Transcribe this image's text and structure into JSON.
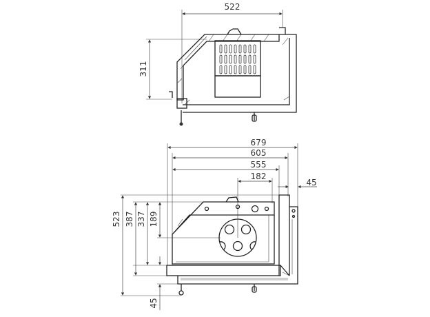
{
  "top_view": {
    "dimensions": {
      "width": "522",
      "height": "311"
    }
  },
  "front_view": {
    "dimensions": {
      "overall_width": "679",
      "width_605": "605",
      "width_555": "555",
      "offset_182": "182",
      "side_45": "45",
      "overall_height": "523",
      "height_387": "387",
      "height_337": "337",
      "height_189": "189",
      "bottom_45": "45"
    }
  }
}
